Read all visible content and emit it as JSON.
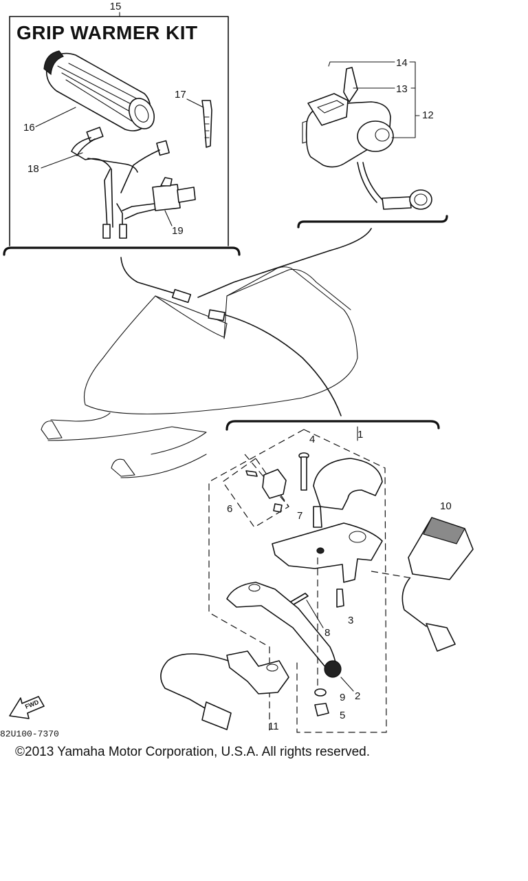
{
  "kit": {
    "title": "GRIP WARMER KIT",
    "number": "15"
  },
  "callouts": {
    "c1": "1",
    "c2": "2",
    "c3": "3",
    "c4": "4",
    "c5": "5",
    "c6": "6",
    "c7": "7",
    "c8": "8",
    "c9": "9",
    "c10": "10",
    "c11": "11",
    "c12": "12",
    "c13": "13",
    "c14": "14",
    "c16": "16",
    "c17": "17",
    "c18": "18",
    "c19": "19"
  },
  "direction_label": "FWD",
  "diagram_code": "82U100-7370",
  "copyright": "©2013 Yamaha Motor Corporation, U.S.A. All rights reserved."
}
